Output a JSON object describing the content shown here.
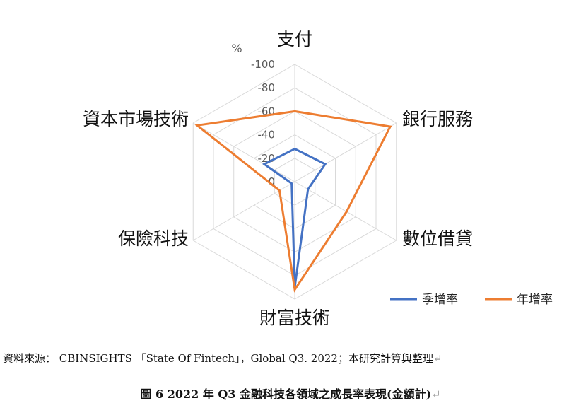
{
  "chart_data": {
    "type": "radar",
    "unit_label": "%",
    "categories": [
      "支付",
      "銀行服務",
      "數位借貸",
      "財富技術",
      "保險科技",
      "資本市場技術"
    ],
    "scale": {
      "min": 0,
      "max": -100,
      "step": -20
    },
    "tick_labels": [
      "0",
      "-20",
      "-40",
      "-60",
      "-80",
      "-100"
    ],
    "series": [
      {
        "name": "季增率",
        "color": "#4472C4",
        "values": [
          -28,
          -30,
          -13,
          -90,
          -3,
          -30
        ]
      },
      {
        "name": "年增率",
        "color": "#ED7D31",
        "values": [
          -60,
          -94,
          -51,
          -92,
          -15,
          -96
        ]
      }
    ]
  },
  "source_note": "資料來源： CBINSIGHTS 「State Of Fintech」，Global Q3. 2022；本研究計算與整理",
  "caption": "圖 6  2022 年 Q3 金融科技各領域之成長率表現(金額計)"
}
